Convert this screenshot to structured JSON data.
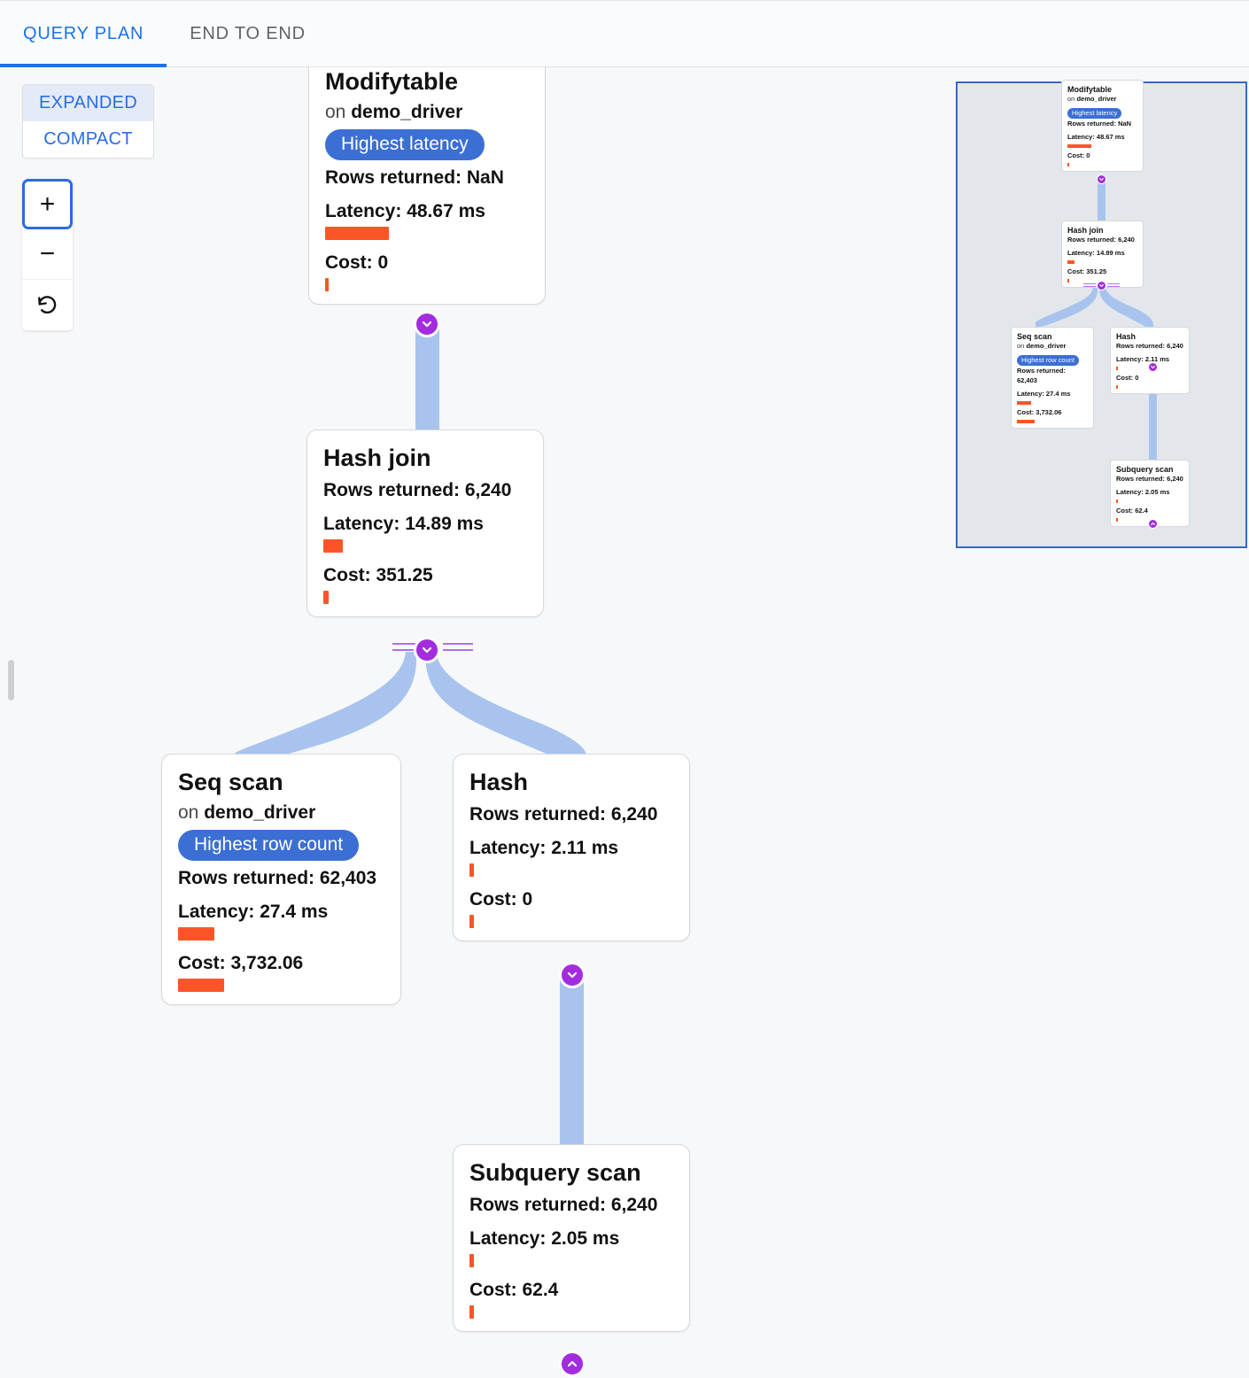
{
  "tabs": [
    {
      "label": "QUERY PLAN",
      "active": true
    },
    {
      "label": "END TO END",
      "active": false
    }
  ],
  "controls": {
    "mode": {
      "expanded_label": "EXPANDED",
      "compact_label": "COMPACT",
      "selected": "EXPANDED"
    },
    "zoom_in_label": "+",
    "zoom_out_label": "−",
    "reset_label": "reset-icon"
  },
  "colors": {
    "accent_blue": "#1a73e8",
    "badge_blue": "#3b6fd4",
    "bar_orange": "#fb5527",
    "edge_blue": "#a8c4ee",
    "handle_purple": "#a32ddd",
    "minimap_bg": "#e3e7ec",
    "minimap_border": "#3a66c4"
  },
  "labels": {
    "rows_returned": "Rows returned:",
    "latency": "Latency:",
    "cost": "Cost:",
    "on": "on"
  },
  "nodes": [
    {
      "id": "modifytable",
      "title": "Modifytable",
      "relation": "demo_driver",
      "badge": "Highest latency",
      "rows_returned": "Rows returned: NaN",
      "latency": "Latency: 48.67 ms",
      "latency_bar_width": 72,
      "cost": "Cost: 0",
      "cost_bar_width": 4
    },
    {
      "id": "hash-join",
      "title": "Hash join",
      "relation": null,
      "badge": null,
      "rows_returned": "Rows returned: 6,240",
      "latency": "Latency: 14.89 ms",
      "latency_bar_width": 22,
      "cost": "Cost: 351.25",
      "cost_bar_width": 6
    },
    {
      "id": "seq-scan",
      "title": "Seq scan",
      "relation": "demo_driver",
      "badge": "Highest row count",
      "rows_returned": "Rows returned: 62,403",
      "latency": "Latency: 27.4 ms",
      "latency_bar_width": 41,
      "cost": "Cost: 3,732.06",
      "cost_bar_width": 52
    },
    {
      "id": "hash",
      "title": "Hash",
      "relation": null,
      "badge": null,
      "rows_returned": "Rows returned: 6,240",
      "latency": "Latency: 2.11 ms",
      "latency_bar_width": 5,
      "cost": "Cost: 0",
      "cost_bar_width": 5
    },
    {
      "id": "subquery-scan",
      "title": "Subquery scan",
      "relation": null,
      "badge": null,
      "rows_returned": "Rows returned: 6,240",
      "latency": "Latency: 2.05 ms",
      "latency_bar_width": 5,
      "cost": "Cost: 62.4",
      "cost_bar_width": 5
    }
  ],
  "edges": [
    {
      "from": "modifytable",
      "to": "hash-join"
    },
    {
      "from": "hash-join",
      "to": "seq-scan"
    },
    {
      "from": "hash-join",
      "to": "hash"
    },
    {
      "from": "hash",
      "to": "subquery-scan"
    }
  ]
}
